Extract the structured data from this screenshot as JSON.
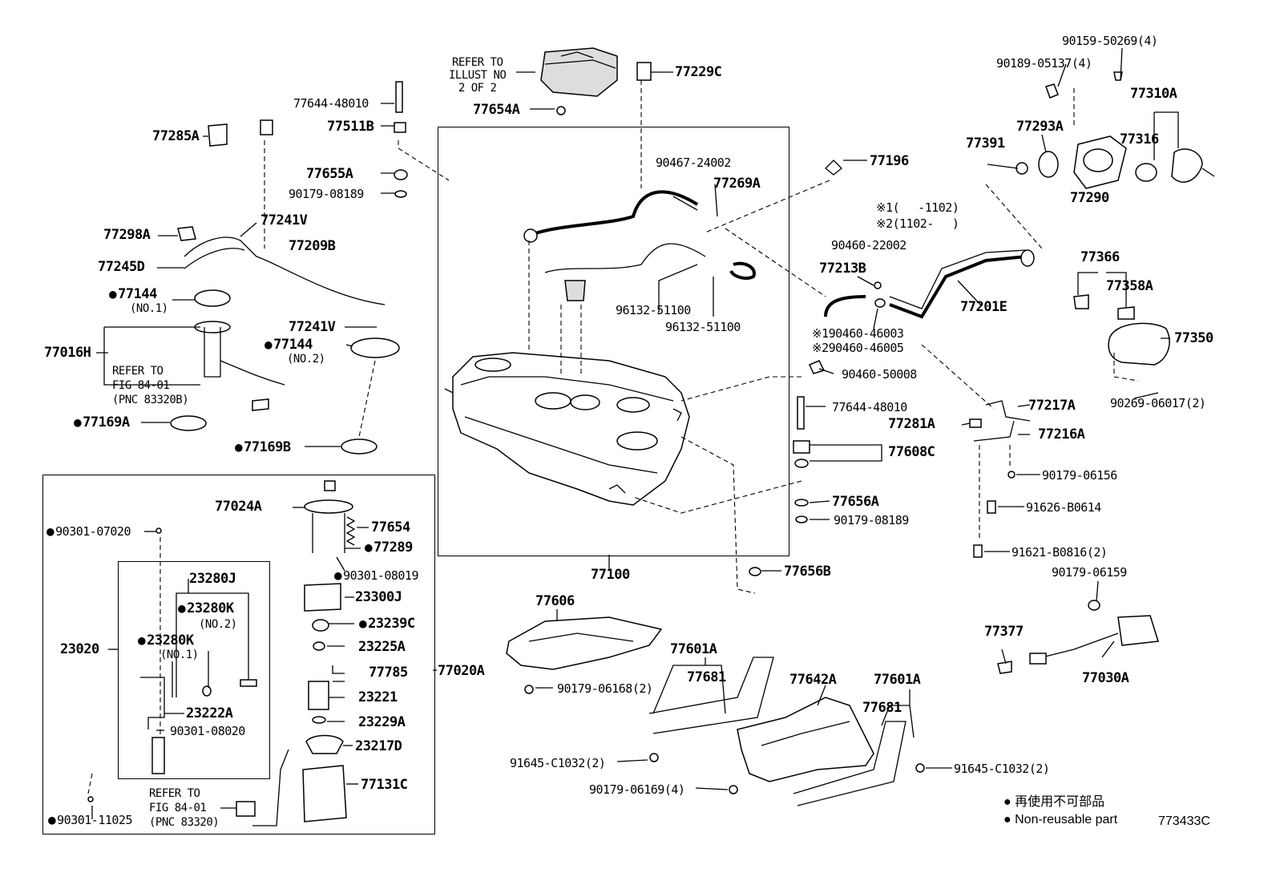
{
  "labels": {
    "refer_illust": [
      "REFER TO",
      "ILLUST NO",
      "2 OF 2"
    ],
    "p77229C": "77229C",
    "p77644_48010_top": "77644-48010",
    "p77654A": "77654A",
    "p77511B": "77511B",
    "p77285A": "77285A",
    "p77655A": "77655A",
    "p90179_08189_top": "90179-08189",
    "p90467_24002": "90467-24002",
    "p77269A": "77269A",
    "p77196": "77196",
    "p90159_50269": "90159-50269(4)",
    "p90189_05137": "90189-05137(4)",
    "p77310A": "77310A",
    "p77293A": "77293A",
    "p77391": "77391",
    "p77316": "77316",
    "p77290": "77290",
    "note1": "※1(　 -1102)",
    "note2": "※2(1102-　 )",
    "p90460_22002": "90460-22002",
    "p77213B": "77213B",
    "p77201E": "77201E",
    "p77366": "77366",
    "p77358A": "77358A",
    "p77350": "77350",
    "p90269_06017": "90269-06017(2)",
    "p190460_46003": "※190460-46003",
    "p290460_46005": "※290460-46005",
    "p96132_51100_a": "96132-51100",
    "p96132_51100_b": "96132-51100",
    "p77298A": "77298A",
    "p77241V_a": "77241V",
    "p77209B": "77209B",
    "p77245D": "77245D",
    "p77144_a": "77144",
    "no1_a": "(NO.1)",
    "p77241V_b": "77241V",
    "p77144_b": "77144",
    "no2_b": "(NO.2)",
    "p77016H": "77016H",
    "refer_fig_a": [
      "REFER TO",
      "FIG 84-01",
      "(PNC 83320B)"
    ],
    "p77169A": "77169A",
    "p77169B": "77169B",
    "p90460_50008": "90460-50008",
    "p77644_48010_mid": "77644-48010",
    "p77217A": "77217A",
    "p77281A": "77281A",
    "p77216A": "77216A",
    "p77608C": "77608C",
    "p90179_06156": "90179-06156",
    "p77656A": "77656A",
    "p91626_B0614": "91626-B0614",
    "p90179_08189_mid": "90179-08189",
    "p91621_B0816": "91621-B0816(2)",
    "p77656B": "77656B",
    "p90179_06159": "90179-06159",
    "p77100": "77100",
    "p77024A": "77024A",
    "p90301_07020": "90301-07020",
    "p77654": "77654",
    "p77289": "77289",
    "p90301_08019": "90301-08019",
    "p23280J": "23280J",
    "p23300J": "23300J",
    "p23280K_a": "23280K",
    "no2_k": "(NO.2)",
    "p23239C": "23239C",
    "p23020": "23020",
    "p23280K_b": "23280K",
    "no1_k": "(NO.1)",
    "p23225A": "23225A",
    "p77785": "77785",
    "p77020A": "77020A",
    "p23221": "23221",
    "p23222A": "23222A",
    "p23229A": "23229A",
    "p90301_08020": "90301-08020",
    "p23217D": "23217D",
    "p77131C": "77131C",
    "refer_fig_b": [
      "REFER TO",
      "FIG 84-01",
      "(PNC 83320)"
    ],
    "p90301_11025": "90301-11025",
    "p77606": "77606",
    "p90179_06168": "90179-06168(2)",
    "p77601A_a": "77601A",
    "p77681_a": "77681",
    "p77642A": "77642A",
    "p77601A_b": "77601A",
    "p77681_b": "77681",
    "p91645_C1032_a": "91645-C1032(2)",
    "p91645_C1032_b": "91645-C1032(2)",
    "p90179_06169": "90179-06169(4)",
    "p77377": "77377",
    "p77030A": "77030A"
  },
  "legend": {
    "jp": "再使用不可部品",
    "en": "Non-reusable part"
  },
  "figure_code": "773433C"
}
